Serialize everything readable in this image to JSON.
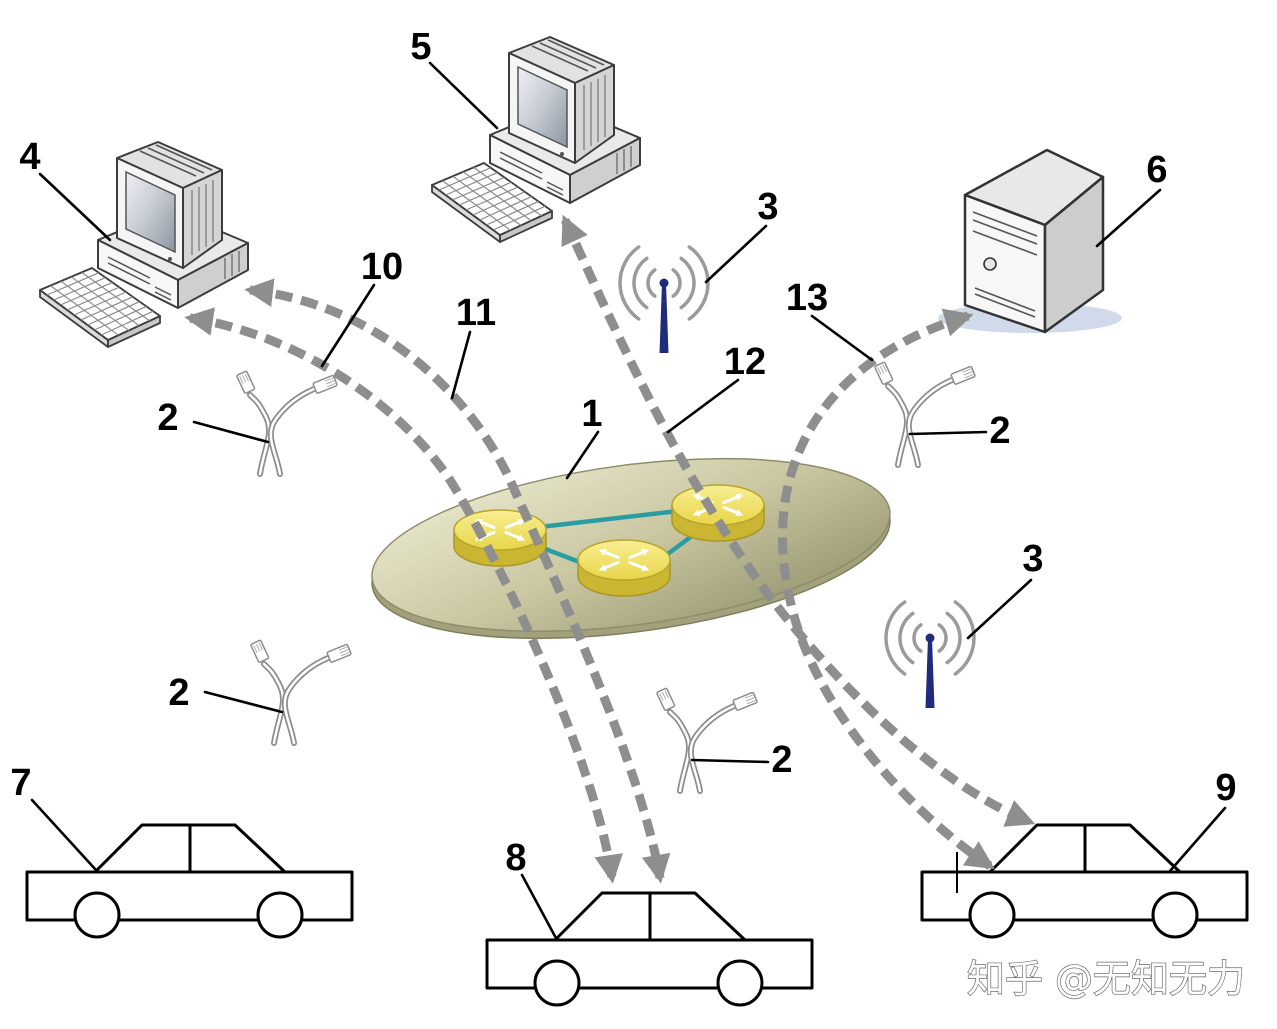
{
  "callouts": {
    "pc_left": "4",
    "pc_top": "5",
    "server": "6",
    "antenna_top": "3",
    "antenna_right": "3",
    "flow_a": "10",
    "flow_b": "11",
    "flow_c": "12",
    "flow_d": "13",
    "network": "1",
    "cable_upper_left": "2",
    "cable_upper_right": "2",
    "cable_lower_left": "2",
    "cable_lower_middle": "2",
    "car_left": "7",
    "car_middle": "8",
    "car_right": "9"
  },
  "watermark": "知乎 @无知无力",
  "icons": {
    "computer": "desktop-computer-icon",
    "server": "server-tower-icon",
    "antenna": "wireless-antenna-icon",
    "cable": "ethernet-cable-icon",
    "router": "router-icon",
    "car": "car-icon"
  },
  "colors": {
    "arrow": "#8e8e8e",
    "router": "#e8d548",
    "router_link": "#2a9da3",
    "platform": "#cac8a2",
    "antenna_mast": "#1f2b7b",
    "line": "#000000"
  }
}
